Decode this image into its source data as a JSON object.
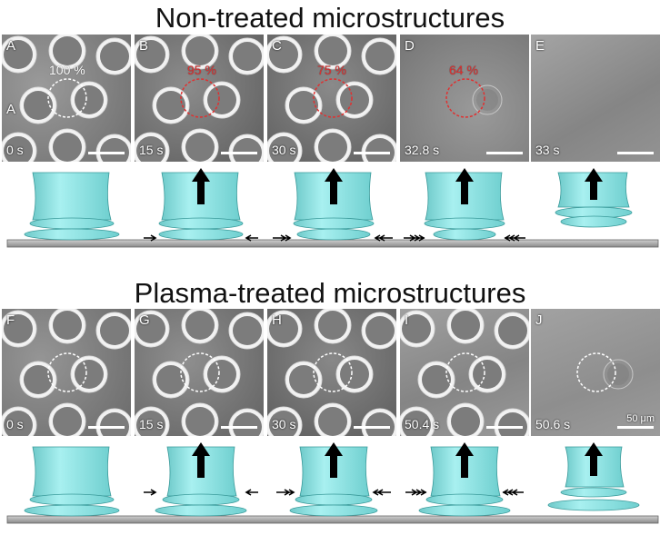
{
  "figure": {
    "title_top": "Non-treated microstructures",
    "title_bottom": "Plasma-treated microstructures",
    "scale_bar_label": "50 μm",
    "colors": {
      "pillar_fill": "#8fe0e0",
      "pillar_stroke": "#3a9a9a",
      "substrate": "#9a9a9a",
      "percent_text_red": "#e03030",
      "percent_text_white": "#ffffff",
      "arrow": "#000000"
    },
    "top_row": [
      {
        "label": "A",
        "time": "0 s",
        "percent": "100 %",
        "percent_color": "#ffffff"
      },
      {
        "label": "B",
        "time": "15 s",
        "percent": "95 %",
        "percent_color": "#e03030"
      },
      {
        "label": "C",
        "time": "30 s",
        "percent": "75 %",
        "percent_color": "#e03030"
      },
      {
        "label": "D",
        "time": "32.8 s",
        "percent": "64 %",
        "percent_color": "#e03030"
      },
      {
        "label": "E",
        "time": "33 s",
        "percent": "",
        "percent_color": "#ffffff"
      }
    ],
    "bottom_row": [
      {
        "label": "F",
        "time": "0 s"
      },
      {
        "label": "G",
        "time": "15 s"
      },
      {
        "label": "H",
        "time": "30 s"
      },
      {
        "label": "I",
        "time": "50.4 s"
      },
      {
        "label": "J",
        "time": "50.6 s"
      }
    ],
    "extra_label_a": "A"
  }
}
